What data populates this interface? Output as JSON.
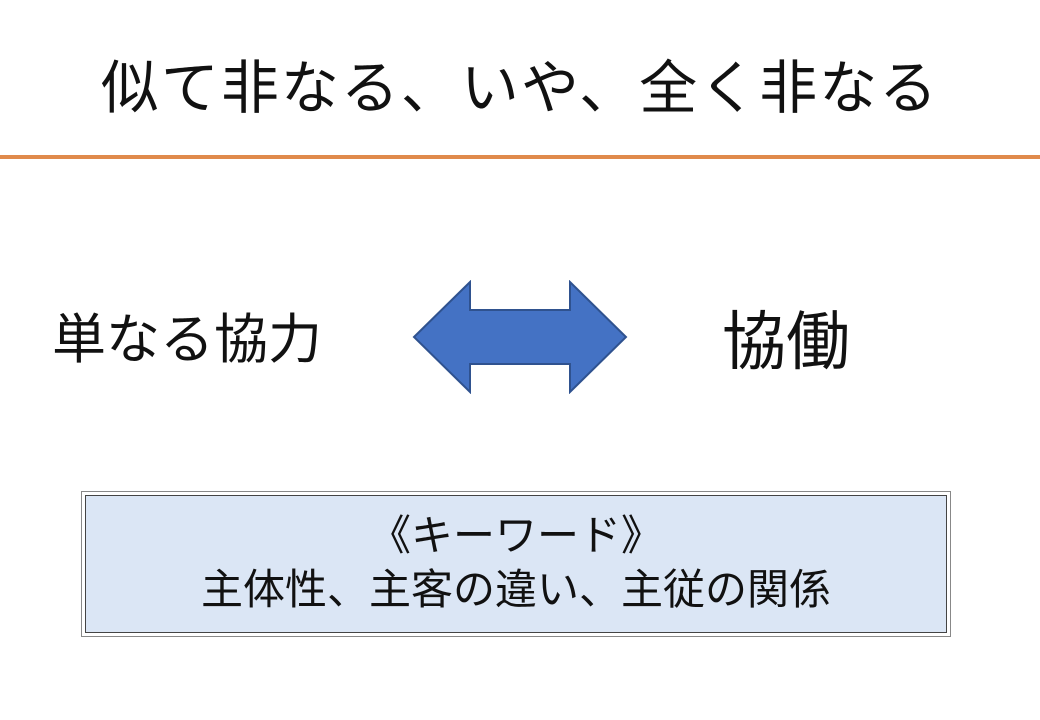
{
  "title": "似て非なる、いや、全く非なる",
  "comparison": {
    "left_label": "単なる協力",
    "right_label": "協働"
  },
  "keyword_box": {
    "heading": "《キーワード》",
    "items": "主体性、主客の違い、主従の関係"
  },
  "colors": {
    "rule": "#e08a4c",
    "arrow_fill": "#4472c4",
    "arrow_stroke": "#2f528f",
    "box_fill": "#dbe6f5"
  }
}
